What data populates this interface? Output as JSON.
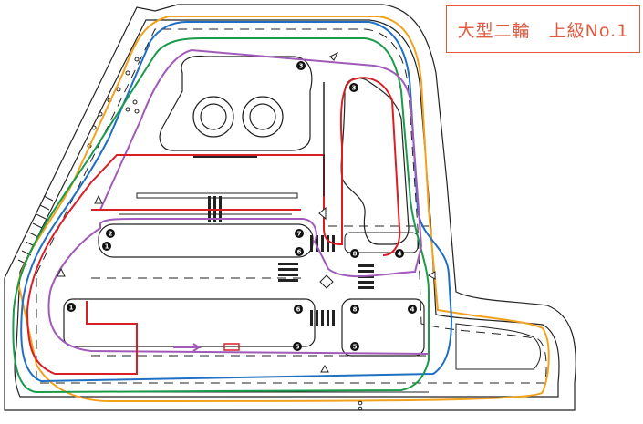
{
  "title": "大型二輪　上級No.1",
  "route_colors": {
    "orange": "#f2a21c",
    "blue": "#1f6fc2",
    "green": "#1a9a4a",
    "purple": "#a05ab8",
    "red": "#d81f26"
  },
  "markers": [
    {
      "id": "m1-upper",
      "label": "1"
    },
    {
      "id": "m2-upper",
      "label": "2"
    },
    {
      "id": "m6-upper",
      "label": "6"
    },
    {
      "id": "m7-upper",
      "label": "7"
    },
    {
      "id": "m3-top",
      "label": "3"
    },
    {
      "id": "m3-right",
      "label": "3"
    },
    {
      "id": "m8-center",
      "label": "8"
    },
    {
      "id": "m4-right",
      "label": "4"
    },
    {
      "id": "m1-lower",
      "label": "1"
    },
    {
      "id": "m6-lower",
      "label": "6"
    },
    {
      "id": "m8-lower",
      "label": "8"
    },
    {
      "id": "m4-lower",
      "label": "4"
    },
    {
      "id": "m5-left",
      "label": "5"
    },
    {
      "id": "m5-right",
      "label": "5"
    }
  ]
}
